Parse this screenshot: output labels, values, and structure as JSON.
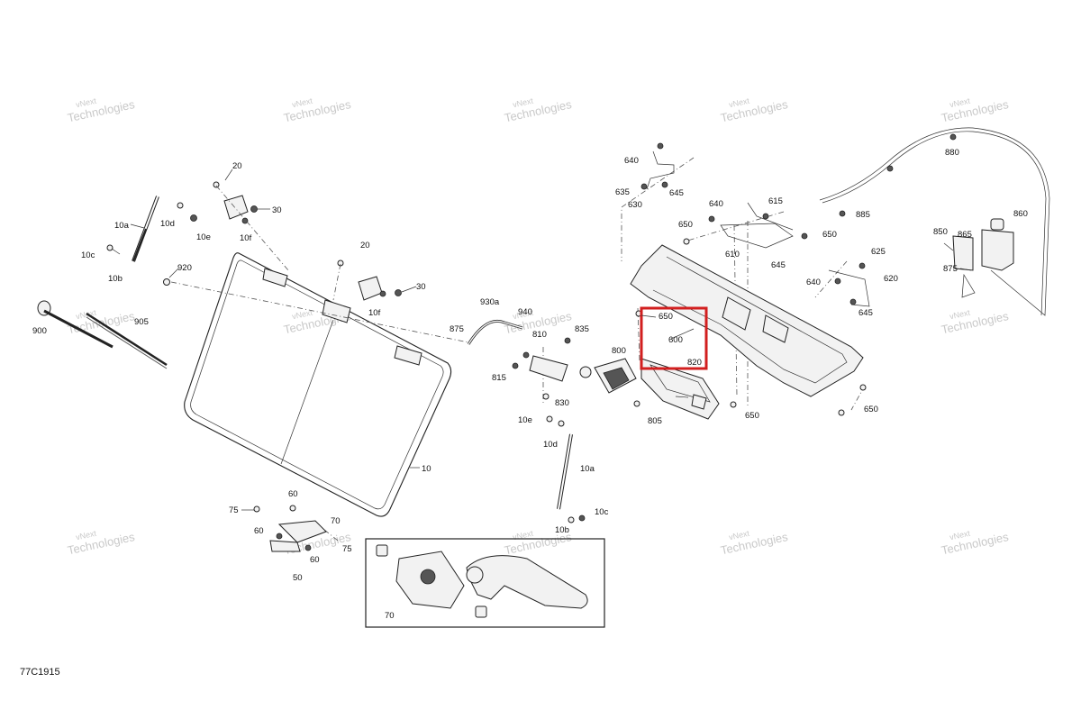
{
  "diagram_code": "77C1915",
  "watermark": [
    "vNext",
    "Technologies"
  ],
  "labels": [
    "20",
    "30",
    "10a",
    "10d",
    "10e",
    "10f",
    "10c",
    "10b",
    "920",
    "20",
    "30",
    "10f",
    "900",
    "905",
    "10",
    "930a",
    "940",
    "875",
    "810",
    "835",
    "815",
    "830",
    "800",
    "805",
    "10e",
    "10d",
    "10a",
    "10c",
    "10b",
    "650",
    "600",
    "820",
    "650",
    "640",
    "635",
    "630",
    "645",
    "640",
    "615",
    "885",
    "650",
    "610",
    "645",
    "625",
    "620",
    "640",
    "645",
    "650",
    "880",
    "860",
    "850",
    "865",
    "875",
    "75",
    "60",
    "70",
    "60",
    "75",
    "60",
    "50",
    "70"
  ],
  "highlight": {
    "color": "#d21f1f",
    "contains": [
      "650",
      "600",
      "820"
    ]
  }
}
